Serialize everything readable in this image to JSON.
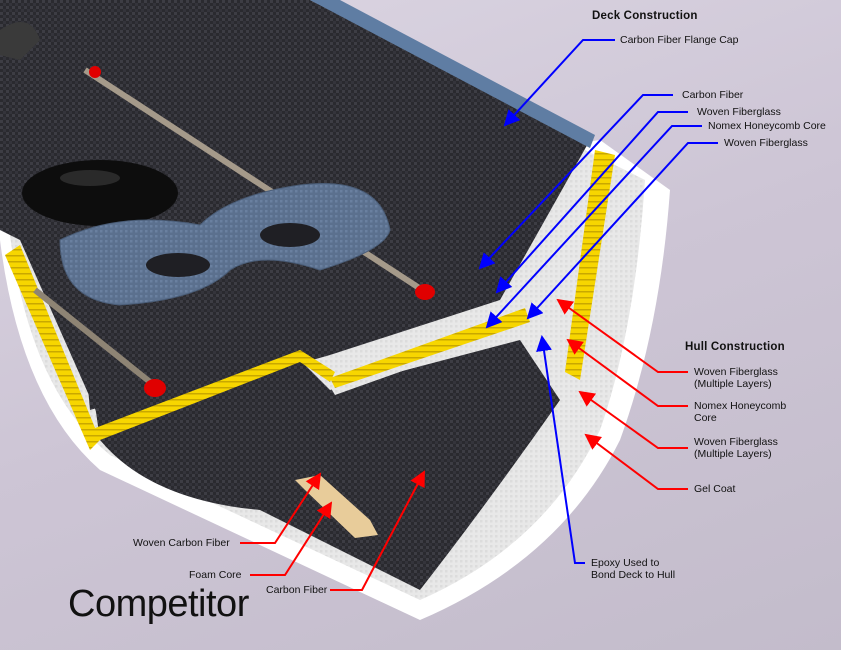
{
  "diagram": {
    "title": "Competitor",
    "subject": "kayak hull cross-section",
    "colors": {
      "background": "#d4cddb",
      "carbon_fiber": "#2b2b30",
      "fiberglass": "#e6e6e6",
      "gel_coat": "#ffffff",
      "honeycomb": "#f5d400",
      "foam_core": "#e8cc9a",
      "deck_leader": "#0000ff",
      "hull_leader": "#ff0000",
      "seat": "#5a6f8c",
      "rail_stop": "#e00000"
    },
    "deck_construction": {
      "heading": "Deck Construction",
      "labels": [
        {
          "id": "flange-cap",
          "text": "Carbon Fiber Flange Cap"
        },
        {
          "id": "carbon-fiber",
          "text": "Carbon Fiber"
        },
        {
          "id": "woven-fiberglass-1",
          "text": "Woven Fiberglass"
        },
        {
          "id": "nomex-core",
          "text": "Nomex Honeycomb Core"
        },
        {
          "id": "woven-fiberglass-2",
          "text": "Woven Fiberglass"
        }
      ]
    },
    "hull_construction": {
      "heading": "Hull Construction",
      "labels": [
        {
          "id": "woven-fiberglass-outer",
          "text": "Woven Fiberglass\n(Multiple Layers)"
        },
        {
          "id": "nomex-core",
          "text": "Nomex Honeycomb\nCore"
        },
        {
          "id": "woven-fiberglass-inner",
          "text": "Woven Fiberglass\n(Multiple Layers)"
        },
        {
          "id": "gel-coat",
          "text": "Gel Coat"
        }
      ]
    },
    "epoxy": {
      "text": "Epoxy Used to\nBond Deck to Hull"
    },
    "bottom_labels": [
      {
        "id": "woven-carbon-fiber",
        "text": "Woven Carbon Fiber"
      },
      {
        "id": "foam-core",
        "text": "Foam Core"
      },
      {
        "id": "carbon-fiber",
        "text": "Carbon Fiber"
      }
    ]
  }
}
